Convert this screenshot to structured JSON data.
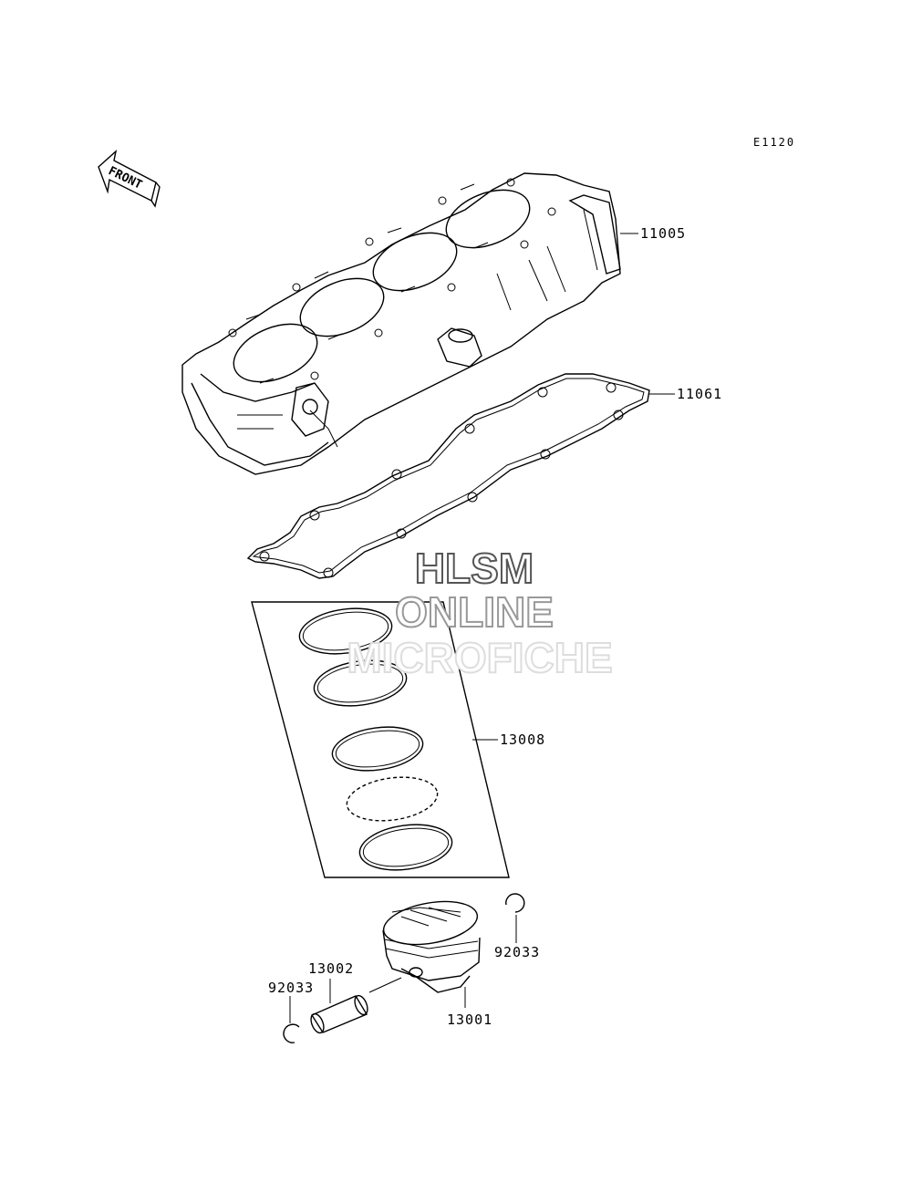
{
  "diagram_code": "E1120",
  "front_label": "FRONT",
  "watermark": {
    "line1": "HLSM",
    "line2": "ONLINE",
    "line3": "MICROFICHE"
  },
  "parts": {
    "cylinder": "11005",
    "gasket": "11061",
    "ring_set": "13008",
    "piston_pin": "13002",
    "piston": "13001",
    "snap_ring_right": "92033",
    "snap_ring_left": "92033"
  }
}
